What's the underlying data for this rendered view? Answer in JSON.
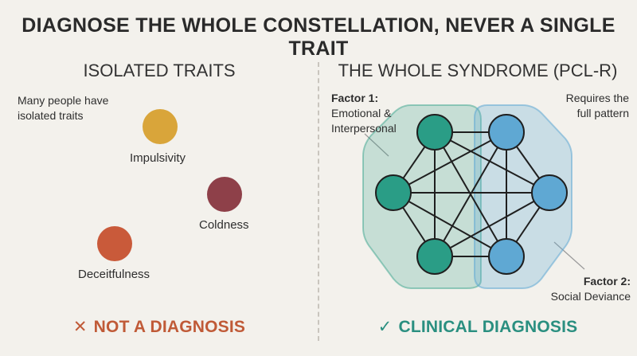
{
  "title": "DIAGNOSE THE WHOLE CONSTELLATION, NEVER A SINGLE TRAIT",
  "left_panel": {
    "heading": "ISOLATED TRAITS",
    "note": "Many people have isolated traits",
    "traits": [
      {
        "label": "Impulsivity",
        "color": "#d9a53a"
      },
      {
        "label": "Coldness",
        "color": "#8e4049"
      },
      {
        "label": "Deceitfulness",
        "color": "#c95a3a"
      }
    ],
    "verdict_mark": "✕",
    "verdict": "NOT A DIAGNOSIS",
    "verdict_color": "#c05a37"
  },
  "right_panel": {
    "heading": "THE WHOLE SYNDROME (PCL-R)",
    "note": "Requires the full pattern",
    "factor1": {
      "title": "Factor 1:",
      "description": "Emotional & Interpersonal",
      "color": "#2a9d86"
    },
    "factor2": {
      "title": "Factor 2:",
      "description": "Social Deviance",
      "color": "#5fa8d3"
    },
    "verdict_mark": "✓",
    "verdict": "CLINICAL DIAGNOSIS",
    "verdict_color": "#2a8f80"
  }
}
